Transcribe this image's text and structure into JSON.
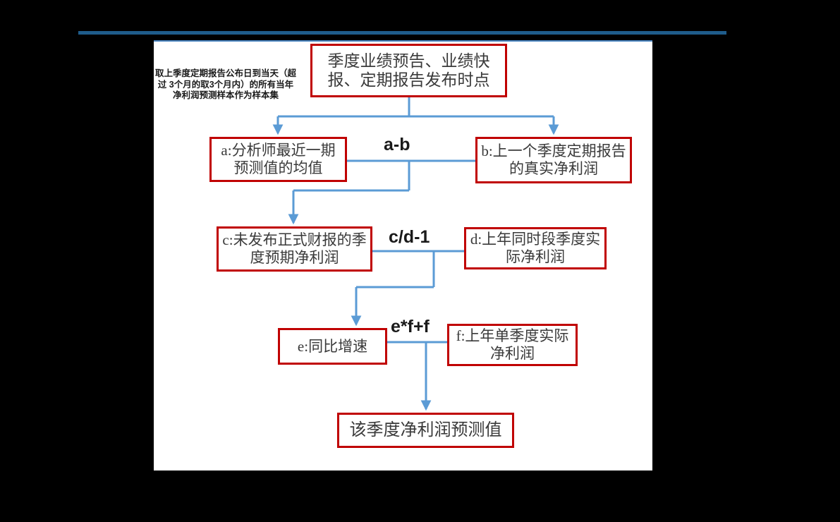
{
  "slide": {
    "background_color": "#000000",
    "accent_bar_color": "#1F5C8B",
    "panel_background": "#FFFFFF",
    "box_border_color": "#C00000",
    "connector_color": "#5B9BD5"
  },
  "annotation": {
    "text": "取上季度定期报告公布日到当天（超过 3个月的取3个月内）的所有当年净利润预测样本作为样本集"
  },
  "nodes": {
    "trigger": "季度业绩预告、业绩快报、定期报告发布时点",
    "a": "a:分析师最近一期预测值的均值",
    "b": "b:上一个季度定期报告的真实净利润",
    "c": "c:未发布正式财报的季度预期净利润",
    "d": "d:上年同时段季度实际净利润",
    "e": "e:同比增速",
    "f": "f:上年单季度实际净利润",
    "result": "该季度净利润预测值"
  },
  "operators": {
    "ab": "a-b",
    "cd": "c/d-1",
    "eff": "e*f+f"
  },
  "chart_data": {
    "type": "diagram",
    "title": "季度净利润预测流程图",
    "nodes": [
      {
        "id": "trigger",
        "label": "季度业绩预告、业绩快报、定期报告发布时点",
        "row": 1
      },
      {
        "id": "a",
        "label": "a:分析师最近一期预测值的均值",
        "row": 2
      },
      {
        "id": "b",
        "label": "b:上一个季度定期报告的真实净利润",
        "row": 2
      },
      {
        "id": "c",
        "label": "c:未发布正式财报的季度预期净利润",
        "row": 3
      },
      {
        "id": "d",
        "label": "d:上年同时段季度实际净利润",
        "row": 3
      },
      {
        "id": "e",
        "label": "e:同比增速",
        "row": 4
      },
      {
        "id": "f",
        "label": "f:上年单季度实际净利润",
        "row": 4
      },
      {
        "id": "result",
        "label": "该季度净利润预测值",
        "row": 5
      }
    ],
    "edges": [
      {
        "from": "trigger",
        "to": "a",
        "label": ""
      },
      {
        "from": "trigger",
        "to": "b",
        "label": ""
      },
      {
        "from": "a,b",
        "to": "c",
        "label": "a-b"
      },
      {
        "from": "c,d",
        "to": "e",
        "label": "c/d-1"
      },
      {
        "from": "e,f",
        "to": "result",
        "label": "e*f+f"
      }
    ]
  }
}
